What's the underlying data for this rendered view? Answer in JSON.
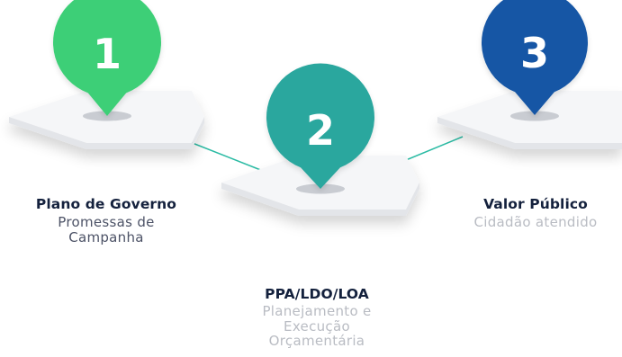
{
  "colors": {
    "step1": "#3ecf77",
    "step2": "#2ba79e",
    "step3": "#1456a5",
    "connector": "#2bbba4",
    "title_text": "#14213d",
    "sub_dark": "#4c5266",
    "sub_light": "#b9bcc3"
  },
  "steps": [
    {
      "number": "1",
      "title": "Plano de Governo",
      "sub_lines": [
        "Promessas de",
        "Campanha"
      ],
      "icon": "map-pin-icon"
    },
    {
      "number": "2",
      "title": "PPA/LDO/LOA",
      "sub_lines": [
        "Planejamento e",
        "Execução",
        "Orçamentária"
      ],
      "icon": "map-pin-icon"
    },
    {
      "number": "3",
      "title": "Valor Público",
      "sub_lines": [
        "Cidadão atendido"
      ],
      "icon": "map-pin-icon"
    }
  ]
}
